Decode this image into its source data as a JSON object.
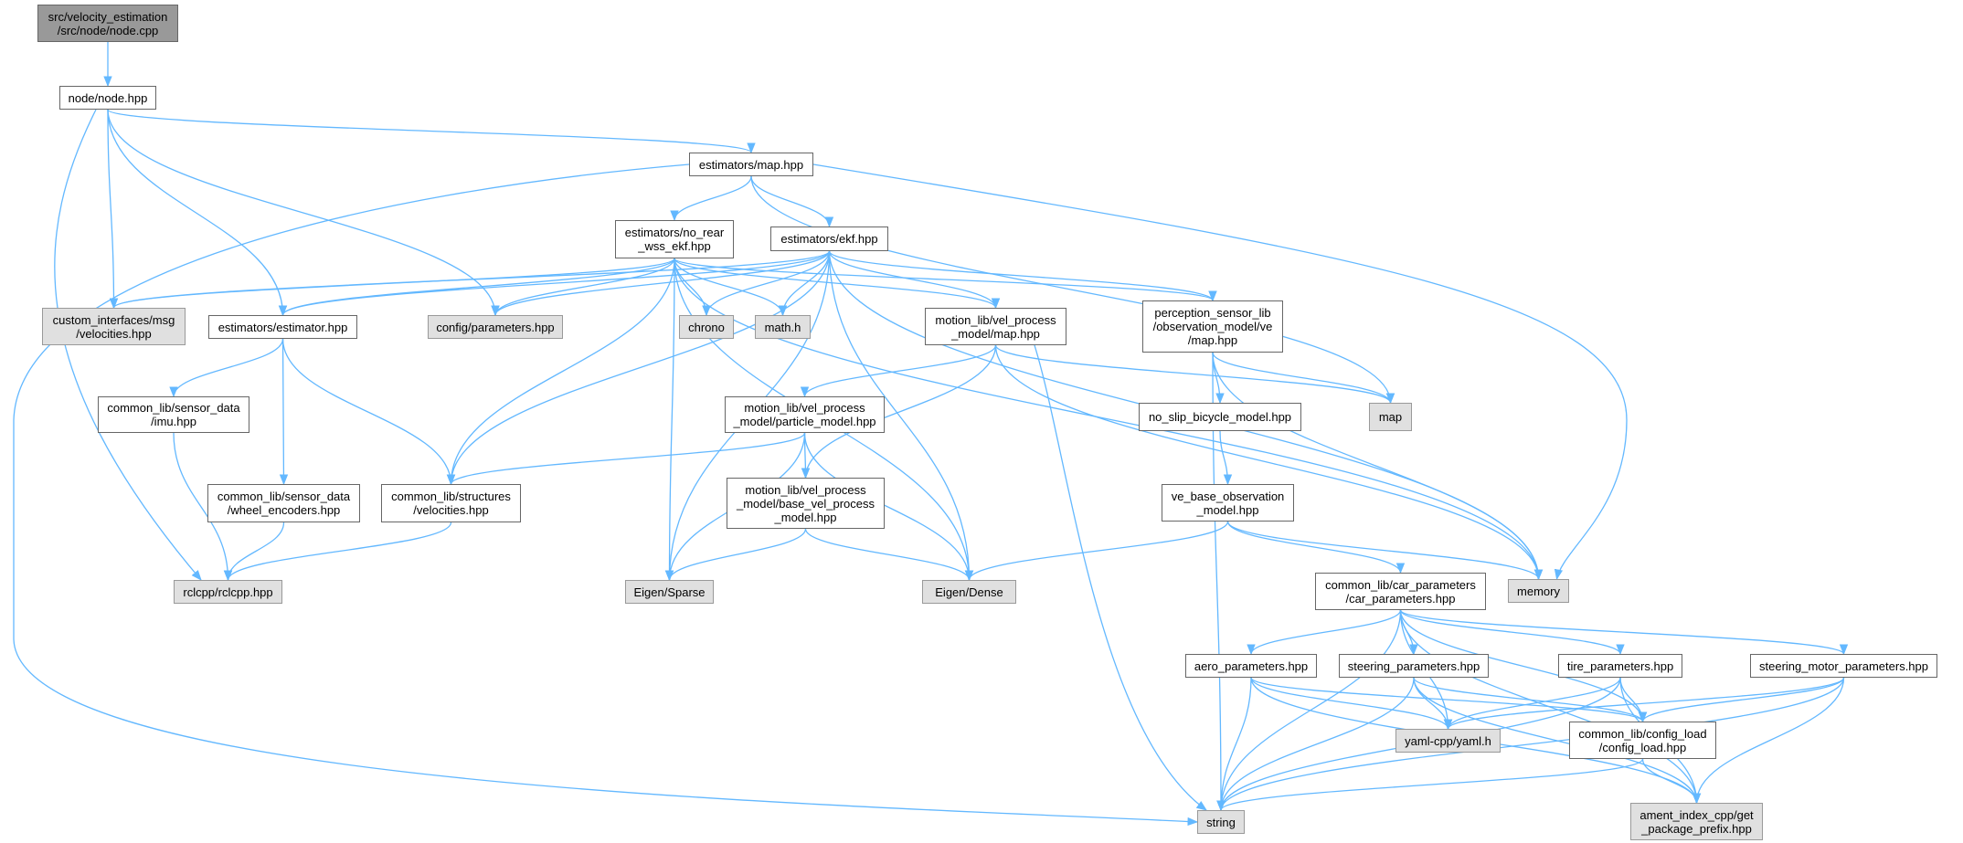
{
  "graph": {
    "colors": {
      "edge": "#63b8ff",
      "root_fill": "#999999",
      "external_fill": "#e0e0e0",
      "file_fill": "#ffffff"
    },
    "nodes": {
      "root": "src/velocity_estimation\n/src/node/node.cpp",
      "node_hpp": "node/node.hpp",
      "est_map": "estimators/map.hpp",
      "no_rear": "estimators/no_rear\n_wss_ekf.hpp",
      "ekf": "estimators/ekf.hpp",
      "custom_if": "custom_interfaces/msg\n/velocities.hpp",
      "estimator": "estimators/estimator.hpp",
      "config_params": "config/parameters.hpp",
      "chrono": "chrono",
      "math": "math.h",
      "motion_map": "motion_lib/vel_process\n_model/map.hpp",
      "perception": "perception_sensor_lib\n/observation_model/ve\n/map.hpp",
      "map": "map",
      "no_slip": "no_slip_bicycle_model.hpp",
      "imu": "common_lib/sensor_data\n/imu.hpp",
      "particle": "motion_lib/vel_process\n_model/particle_model.hpp",
      "wheel": "common_lib/sensor_data\n/wheel_encoders.hpp",
      "structures": "common_lib/structures\n/velocities.hpp",
      "base_vel": "motion_lib/vel_process\n_model/base_vel_process\n_model.hpp",
      "ve_base": "ve_base_observation\n_model.hpp",
      "rclcpp": "rclcpp/rclcpp.hpp",
      "sparse": "Eigen/Sparse",
      "dense": "Eigen/Dense",
      "memory": "memory",
      "car_params": "common_lib/car_parameters\n/car_parameters.hpp",
      "aero": "aero_parameters.hpp",
      "steering": "steering_parameters.hpp",
      "tire": "tire_parameters.hpp",
      "steer_motor": "steering_motor_parameters.hpp",
      "yaml": "yaml-cpp/yaml.h",
      "config_load": "common_lib/config_load\n/config_load.hpp",
      "string": "string",
      "ament": "ament_index_cpp/get\n_package_prefix.hpp"
    },
    "edges": [
      [
        "root",
        "node_hpp"
      ],
      [
        "node_hpp",
        "est_map"
      ],
      [
        "node_hpp",
        "custom_if"
      ],
      [
        "node_hpp",
        "estimator"
      ],
      [
        "node_hpp",
        "config_params"
      ],
      [
        "node_hpp",
        "rclcpp"
      ],
      [
        "est_map",
        "no_rear"
      ],
      [
        "est_map",
        "ekf"
      ],
      [
        "est_map",
        "string"
      ],
      [
        "est_map",
        "memory"
      ],
      [
        "est_map",
        "map"
      ],
      [
        "no_rear",
        "custom_if"
      ],
      [
        "no_rear",
        "estimator"
      ],
      [
        "no_rear",
        "config_params"
      ],
      [
        "no_rear",
        "chrono"
      ],
      [
        "no_rear",
        "math"
      ],
      [
        "no_rear",
        "motion_map"
      ],
      [
        "no_rear",
        "perception"
      ],
      [
        "no_rear",
        "structures"
      ],
      [
        "no_rear",
        "sparse"
      ],
      [
        "no_rear",
        "dense"
      ],
      [
        "no_rear",
        "memory"
      ],
      [
        "ekf",
        "custom_if"
      ],
      [
        "ekf",
        "estimator"
      ],
      [
        "ekf",
        "config_params"
      ],
      [
        "ekf",
        "chrono"
      ],
      [
        "ekf",
        "math"
      ],
      [
        "ekf",
        "motion_map"
      ],
      [
        "ekf",
        "perception"
      ],
      [
        "ekf",
        "structures"
      ],
      [
        "ekf",
        "sparse"
      ],
      [
        "ekf",
        "dense"
      ],
      [
        "ekf",
        "memory"
      ],
      [
        "estimator",
        "imu"
      ],
      [
        "estimator",
        "wheel"
      ],
      [
        "estimator",
        "structures"
      ],
      [
        "imu",
        "rclcpp"
      ],
      [
        "wheel",
        "rclcpp"
      ],
      [
        "structures",
        "rclcpp"
      ],
      [
        "motion_map",
        "particle"
      ],
      [
        "motion_map",
        "base_vel"
      ],
      [
        "motion_map",
        "string"
      ],
      [
        "motion_map",
        "map"
      ],
      [
        "motion_map",
        "memory"
      ],
      [
        "particle",
        "structures"
      ],
      [
        "particle",
        "sparse"
      ],
      [
        "particle",
        "base_vel"
      ],
      [
        "particle",
        "dense"
      ],
      [
        "base_vel",
        "sparse"
      ],
      [
        "base_vel",
        "dense"
      ],
      [
        "perception",
        "no_slip"
      ],
      [
        "perception",
        "map"
      ],
      [
        "perception",
        "memory"
      ],
      [
        "perception",
        "string"
      ],
      [
        "no_slip",
        "ve_base"
      ],
      [
        "ve_base",
        "dense"
      ],
      [
        "ve_base",
        "car_params"
      ],
      [
        "ve_base",
        "memory"
      ],
      [
        "car_params",
        "string"
      ],
      [
        "car_params",
        "aero"
      ],
      [
        "car_params",
        "steering"
      ],
      [
        "car_params",
        "yaml"
      ],
      [
        "car_params",
        "tire"
      ],
      [
        "car_params",
        "config_load"
      ],
      [
        "car_params",
        "steer_motor"
      ],
      [
        "car_params",
        "ament"
      ],
      [
        "aero",
        "string"
      ],
      [
        "aero",
        "yaml"
      ],
      [
        "aero",
        "config_load"
      ],
      [
        "aero",
        "ament"
      ],
      [
        "steering",
        "string"
      ],
      [
        "steering",
        "yaml"
      ],
      [
        "steering",
        "config_load"
      ],
      [
        "steering",
        "ament"
      ],
      [
        "tire",
        "string"
      ],
      [
        "tire",
        "yaml"
      ],
      [
        "tire",
        "config_load"
      ],
      [
        "tire",
        "ament"
      ],
      [
        "steer_motor",
        "yaml"
      ],
      [
        "steer_motor",
        "config_load"
      ],
      [
        "steer_motor",
        "string"
      ],
      [
        "steer_motor",
        "ament"
      ],
      [
        "config_load",
        "string"
      ],
      [
        "config_load",
        "ament"
      ]
    ]
  }
}
